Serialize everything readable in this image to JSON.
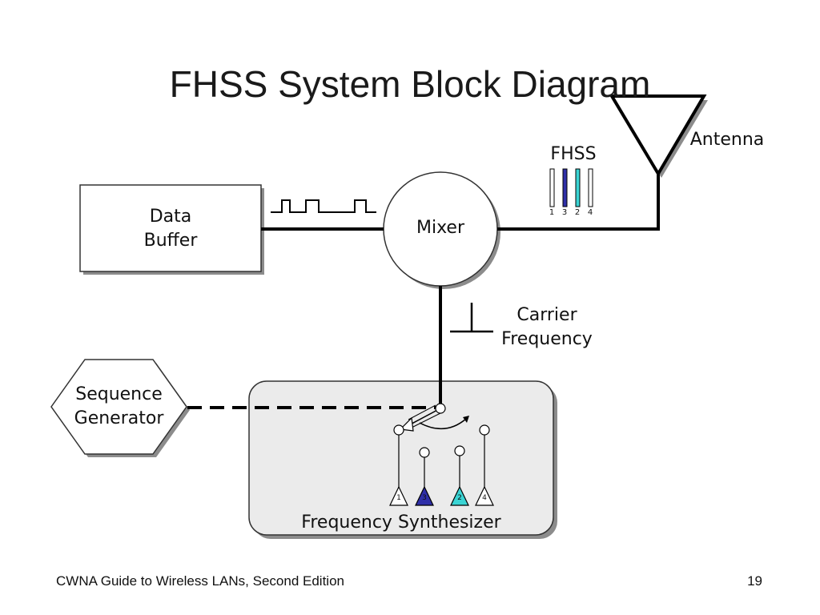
{
  "title": "FHSS System Block Diagram",
  "blocks": {
    "data_buffer": {
      "line1": "Data",
      "line2": "Buffer"
    },
    "mixer": "Mixer",
    "sequence_generator": {
      "line1": "Sequence",
      "line2": "Generator"
    },
    "frequency_synthesizer": "Frequency Synthesizer"
  },
  "labels": {
    "antenna": "Antenna",
    "fhss": "FHSS",
    "carrier_frequency": {
      "line1": "Carrier",
      "line2": "Frequency"
    }
  },
  "fhss_channel_order": [
    "1",
    "3",
    "2",
    "4"
  ],
  "synth_channel_order": [
    "1",
    "3",
    "2",
    "4"
  ],
  "colors": {
    "channel_3": "#2f2fa8",
    "channel_2": "#3ad4d4",
    "synth_fill": "#ebebeb",
    "shadow": "#8c8c8c"
  },
  "footer": {
    "text": "CWNA Guide to Wireless LANs, Second Edition",
    "page": "19"
  }
}
